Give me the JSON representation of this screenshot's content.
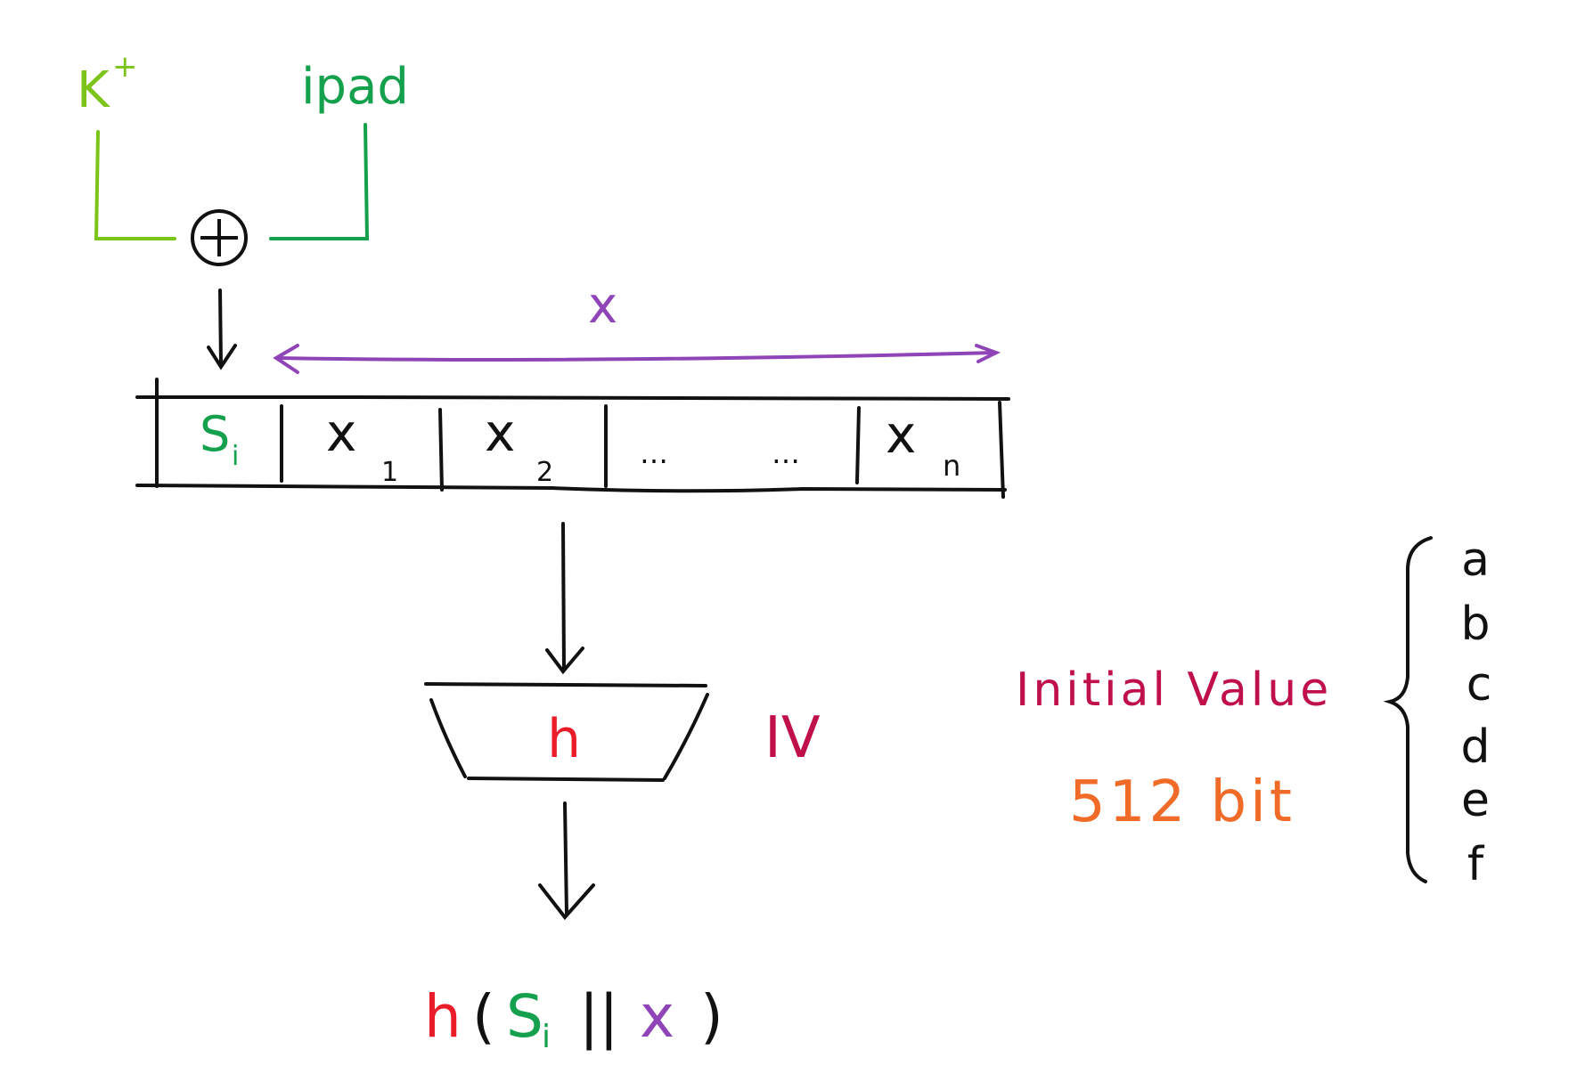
{
  "labels": {
    "key": "K",
    "key_sup": "+",
    "ipad": "ipad",
    "xor": "⊕",
    "x_span": "x",
    "si_base": "S",
    "si_sub": "i",
    "x1_base": "x",
    "x1_sub": "1",
    "x2_base": "x",
    "x2_sub": "2",
    "dots_left": "…",
    "dots_right": "…",
    "xn_base": "x",
    "xn_sub": "n",
    "hash_box": "h",
    "iv": "IV",
    "initial_value": "Initial Value",
    "bits": "512 bit",
    "out_h": "h",
    "out_open": "(",
    "out_s": "S",
    "out_i": "i",
    "out_concat": "||",
    "out_x": "x",
    "out_close": ")"
  },
  "registers": [
    "a",
    "b",
    "c",
    "d",
    "e",
    "f"
  ],
  "colors": {
    "key": "#7dc41a",
    "ipad": "#14a04c",
    "black": "#111111",
    "purple": "#8f44b8",
    "si_green": "#14a04c",
    "red": "#ea1c2a",
    "crimson": "#c0104a",
    "orange": "#f06a28"
  }
}
